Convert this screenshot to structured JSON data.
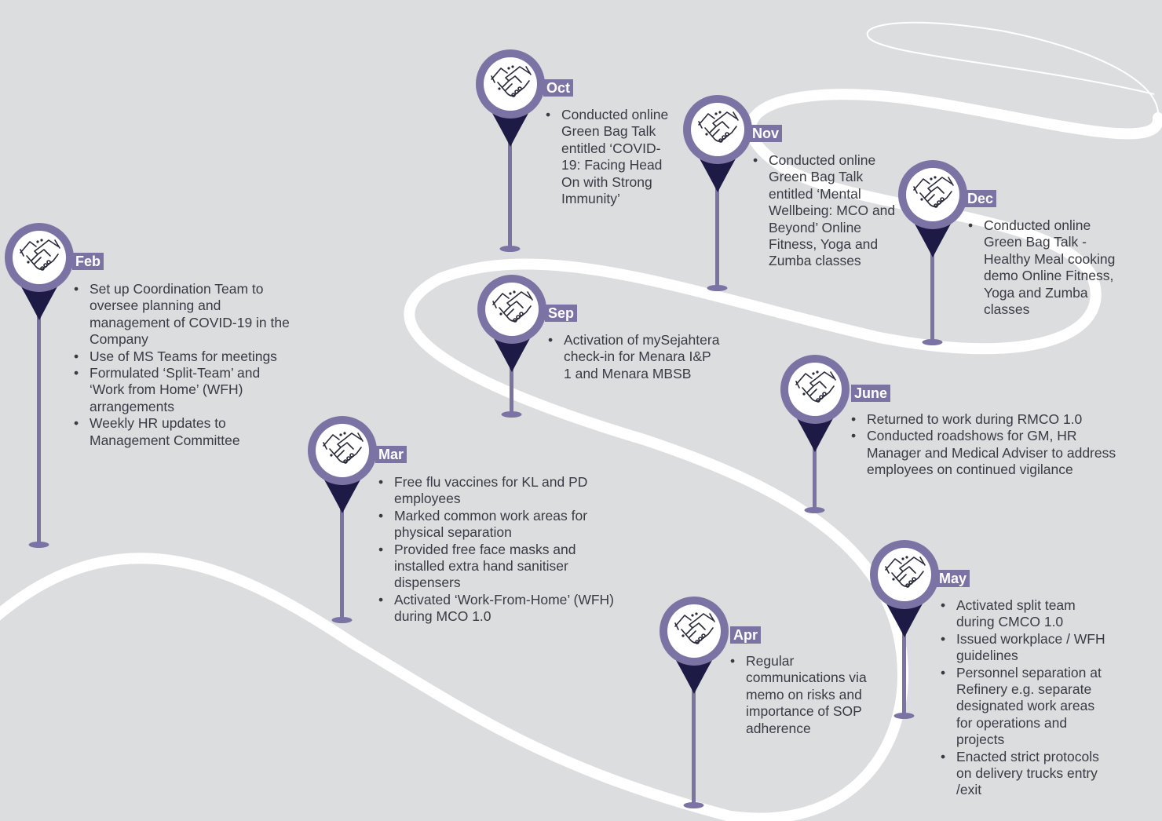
{
  "milestones": [
    {
      "id": "feb",
      "month": "Feb",
      "items": [
        "Set up Coordination Team to oversee planning and management of COVID-19 in the Company",
        "Use of MS Teams for meetings",
        "Formulated ‘Split-Team’ and ‘Work from Home’ (WFH) arrangements",
        "Weekly HR updates to Management Committee"
      ]
    },
    {
      "id": "mar",
      "month": "Mar",
      "items": [
        "Free flu vaccines for KL and PD employees",
        "Marked common work areas for physical separation",
        "Provided free face masks and installed extra hand sanitiser dispensers",
        "Activated ‘Work-From-Home’ (WFH) during MCO 1.0"
      ]
    },
    {
      "id": "apr",
      "month": "Apr",
      "items": [
        "Regular communications via memo on risks and importance of SOP adherence"
      ]
    },
    {
      "id": "may",
      "month": "May",
      "items": [
        "Activated split team during CMCO 1.0",
        "Issued workplace / WFH guidelines",
        "Personnel separation at Refinery e.g. separate designated work areas for operations and projects",
        "Enacted strict protocols on delivery trucks entry /exit"
      ]
    },
    {
      "id": "june",
      "month": "June",
      "items": [
        "Returned to work during RMCO 1.0",
        "Conducted roadshows for GM, HR Manager and Medical Adviser to address employees on continued vigilance"
      ]
    },
    {
      "id": "sep",
      "month": "Sep",
      "items": [
        "Activation of mySejahtera check-in for Menara I&P 1 and Menara MBSB"
      ]
    },
    {
      "id": "oct",
      "month": "Oct",
      "items": [
        "Conducted online Green Bag Talk entitled ‘COVID-19: Facing Head On with Strong Immunity’"
      ]
    },
    {
      "id": "nov",
      "month": "Nov",
      "items": [
        "Conducted online Green Bag Talk entitled ‘Mental Wellbeing: MCO and Beyond’ Online Fitness, Yoga and Zumba classes"
      ]
    },
    {
      "id": "dec",
      "month": "Dec",
      "items": [
        "Conducted online Green Bag Talk - Healthy Meal cooking demo Online Fitness, Yoga and Zumba classes"
      ]
    }
  ],
  "icon": "handshake-icon",
  "colors": {
    "background": "#dcdddf",
    "road": "#ffffff",
    "pin_outer": "#7b73a3",
    "pin_inner": "#1d1b45",
    "month_label": "#7b73a3",
    "text": "#3a3a44"
  }
}
